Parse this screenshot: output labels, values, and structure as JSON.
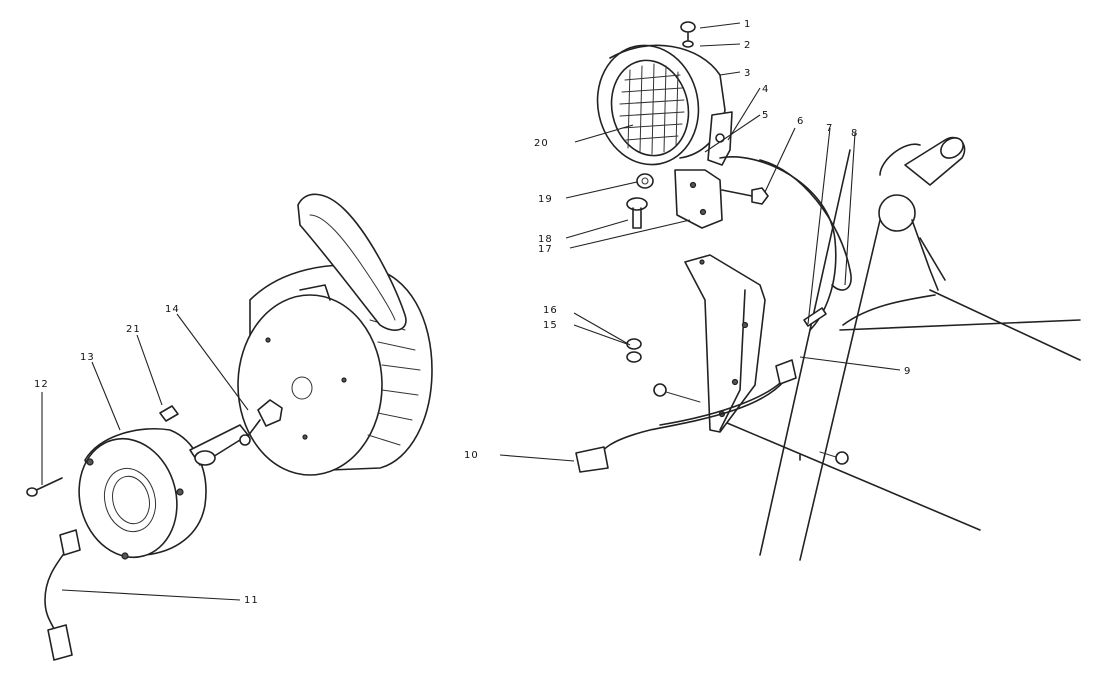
{
  "callouts": [
    {
      "id": "c1",
      "label": "1"
    },
    {
      "id": "c2",
      "label": "2"
    },
    {
      "id": "c3",
      "label": "3"
    },
    {
      "id": "c4",
      "label": "4"
    },
    {
      "id": "c5",
      "label": "5"
    },
    {
      "id": "c6",
      "label": "6"
    },
    {
      "id": "c7",
      "label": "7"
    },
    {
      "id": "c8",
      "label": "8"
    },
    {
      "id": "c9",
      "label": "9"
    },
    {
      "id": "c10",
      "label": "10"
    },
    {
      "id": "c11",
      "label": "11"
    },
    {
      "id": "c12",
      "label": "12"
    },
    {
      "id": "c13",
      "label": "13"
    },
    {
      "id": "c14",
      "label": "14"
    },
    {
      "id": "c15",
      "label": "15"
    },
    {
      "id": "c16",
      "label": "16"
    },
    {
      "id": "c17",
      "label": "17"
    },
    {
      "id": "c18",
      "label": "18"
    },
    {
      "id": "c19",
      "label": "19"
    },
    {
      "id": "c20",
      "label": "20"
    },
    {
      "id": "c21",
      "label": "21"
    }
  ],
  "colors": {
    "ink": "#222222",
    "paper": "#ffffff"
  }
}
